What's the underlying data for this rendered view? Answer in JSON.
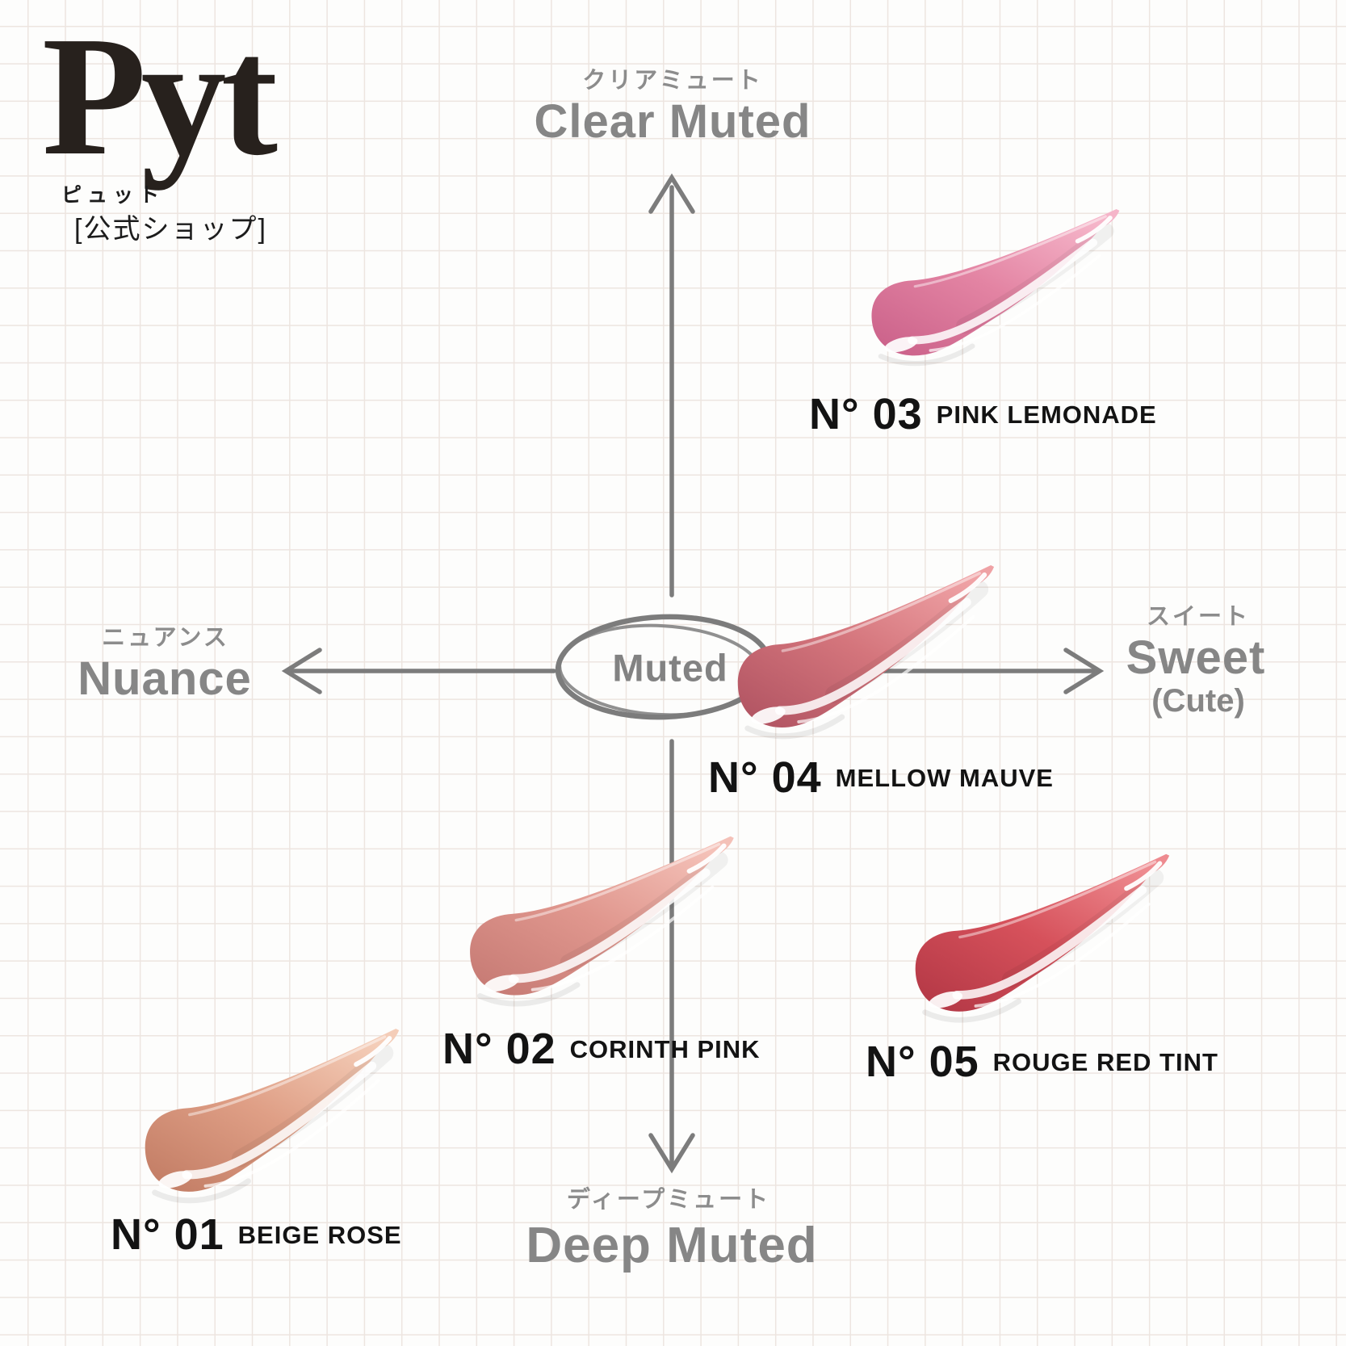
{
  "brand": {
    "logo_text": "Pyt",
    "logo_kana": "ピュット",
    "shop_badge": "[公式ショップ]"
  },
  "map": {
    "center_label": "Muted",
    "axis_top": {
      "kana": "クリアミュート",
      "label": "Clear Muted"
    },
    "axis_bottom": {
      "kana": "ディープミュート",
      "label": "Deep Muted"
    },
    "axis_left": {
      "kana": "ニュアンス",
      "label": "Nuance"
    },
    "axis_right": {
      "kana": "スイート",
      "label": "Sweet",
      "sublabel": "(Cute)"
    }
  },
  "products": [
    {
      "number": "N° 01",
      "name": "BEIGE ROSE",
      "map_position": {
        "horizontal": "nuance",
        "vertical": "deep-muted"
      },
      "swatch": {
        "dark": "#c07a62",
        "base": "#df9f86",
        "light": "#f4cdb8"
      }
    },
    {
      "number": "N° 02",
      "name": "CORINTH PINK",
      "map_position": {
        "horizontal": "slightly-nuance",
        "vertical": "slightly-deep"
      },
      "swatch": {
        "dark": "#c47872",
        "base": "#e0978e",
        "light": "#f4c1b8"
      }
    },
    {
      "number": "N° 03",
      "name": "PINK LEMONADE",
      "map_position": {
        "horizontal": "sweet",
        "vertical": "clear-muted"
      },
      "swatch": {
        "dark": "#c95f88",
        "base": "#e384a3",
        "light": "#f5b5c9"
      }
    },
    {
      "number": "N° 04",
      "name": "MELLOW MAUVE",
      "map_position": {
        "horizontal": "center",
        "vertical": "center-muted"
      },
      "swatch": {
        "dark": "#ae5160",
        "base": "#d4757c",
        "light": "#efa2a5"
      }
    },
    {
      "number": "N° 05",
      "name": "ROUGE RED TINT",
      "map_position": {
        "horizontal": "sweet",
        "vertical": "deep-muted"
      },
      "swatch": {
        "dark": "#b13644",
        "base": "#d6515b",
        "light": "#ee8b90"
      }
    }
  ],
  "colors": {
    "background": "#fdfdfc",
    "grid_line": "#ede5e0",
    "label_gray": "#868686",
    "axis_gray": "#7c7c7c",
    "text_black": "#131313"
  }
}
